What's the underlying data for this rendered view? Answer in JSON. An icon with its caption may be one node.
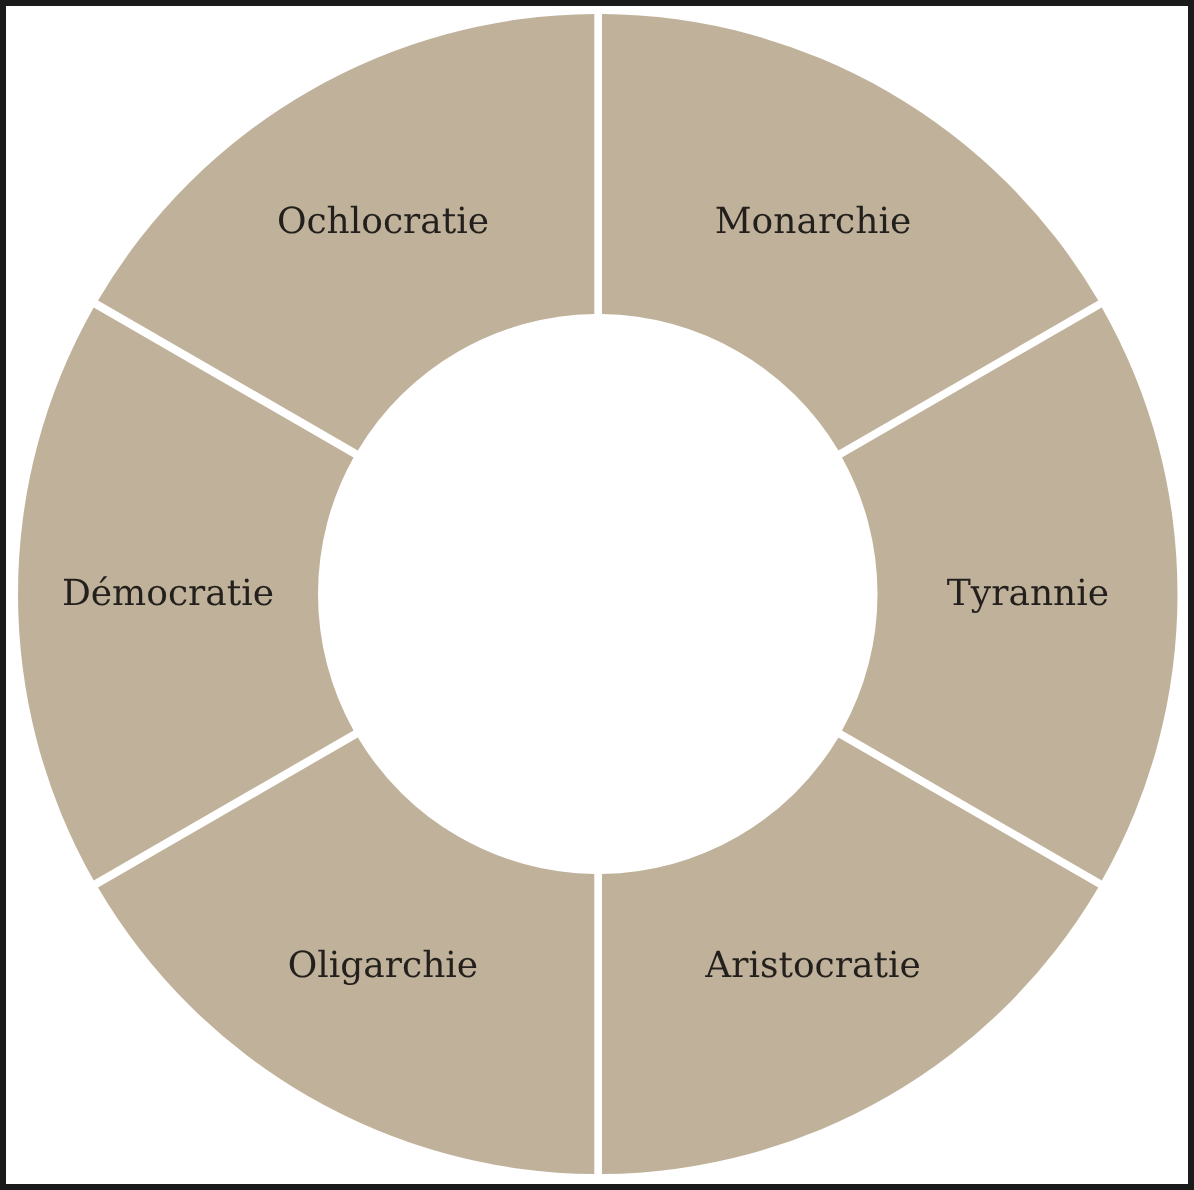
{
  "diagram": {
    "nodes": [
      {
        "text": [
          "Monarchie"
        ]
      },
      {
        "text": [
          "Tyrannie"
        ]
      },
      {
        "text": [
          "Aristocratie"
        ]
      },
      {
        "text": [
          "Oligarchie"
        ]
      },
      {
        "text": [
          "Démocratie"
        ]
      },
      {
        "text": [
          "Ochlocratie"
        ]
      }
    ]
  }
}
